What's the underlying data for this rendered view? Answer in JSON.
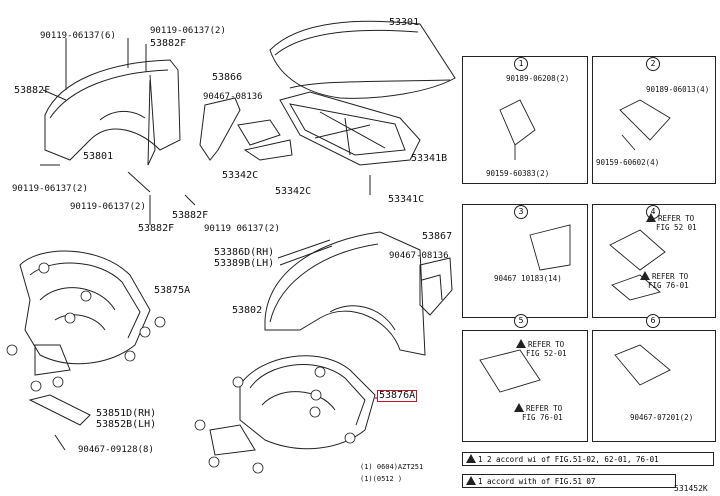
{
  "parts": {
    "p90119a": "90119-06137(6)",
    "p90119b": "90119-06137(2)",
    "p53882f_top": "53882F",
    "p53882f_left": "53882F",
    "p53801": "53801",
    "p90119c": "90119-06137(2)",
    "p90119d": "90119-06137(2)",
    "p53882f_low1": "53882F",
    "p53882f_low2": "53882F",
    "p90119e": "90119 06137(2)",
    "p53866": "53866",
    "p90467a": "90467-08136",
    "p53342c_a": "53342C",
    "p53342c_b": "53342C",
    "p53301": "53301",
    "p53341b": "53341B",
    "p53341c": "53341C",
    "p53875a": "53875A",
    "p53386d": "53386D(RH)",
    "p53389b": "53389B(LH)",
    "p53867": "53867",
    "p90467b": "90467-08136",
    "p53802": "53802",
    "p53851d": "53851D(RH)",
    "p53852b": "53852B(LH)",
    "p90467c": "90467-09128(8)",
    "p53876a": "53876A",
    "foot": "(1)      0604)AZT251",
    "foot2": "(1)(0512      )",
    "code": "531452K"
  },
  "panels": {
    "n1": "1",
    "n2": "2",
    "n3": "3",
    "n4": "4",
    "n5": "5",
    "n6": "6",
    "p1a": "90189-06208(2)",
    "p1b": "90159-60383(2)",
    "p2a": "90189-06013(4)",
    "p2b": "90159-60602(4)",
    "p3a": "90467 10183(14)",
    "p4a": "REFER TO",
    "p4b": "FIG 52 01",
    "p4c": "REFER TO",
    "p4d": "FIG 76-01",
    "p5a": "REFER TO",
    "p5b": "FIG 52-01",
    "p5c": "REFER TO",
    "p5d": "FIG 76-01",
    "p6a": "90467-07201(2)"
  },
  "legend": {
    "l1": "1  2 accord wi    of FIG.51-02, 62-01, 76-01",
    "l2": "1    accord with    of FIG.51  07"
  }
}
